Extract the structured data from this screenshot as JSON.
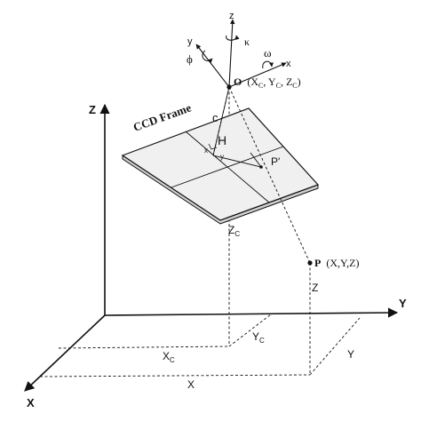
{
  "labels": {
    "world_axis_z": "Z",
    "world_axis_y": "Y",
    "world_axis_x": "X",
    "camera_axis_z": "z",
    "camera_axis_y": "y",
    "camera_axis_x": "x",
    "rot_kappa": "κ",
    "rot_phi": "ϕ",
    "rot_omega": "ω",
    "origin_label": "O",
    "origin_coords": "(X",
    "origin_coords_c1": "C",
    "origin_coords_mid1": ", Y",
    "origin_coords_c2": "C",
    "origin_coords_mid2": ", Z",
    "origin_coords_c3": "C",
    "origin_coords_end": ")",
    "ccd_frame": "CCD Frame",
    "focal_c": "c",
    "principal_h": "H",
    "image_x": "x",
    "image_y": "y",
    "image_point": "P'",
    "zc_base": "Z",
    "zc_sub": "C",
    "point_p": "P",
    "point_p_coords": "(X,Y,Z)",
    "z_vertical": "Z",
    "yc_base": "Y",
    "yc_sub": "C",
    "xc_base": "X",
    "xc_sub": "C",
    "ground_y": "Y",
    "ground_x": "X"
  },
  "colors": {
    "line": "#111111",
    "frame_fill": "#f0f0f0",
    "background": "#ffffff"
  }
}
